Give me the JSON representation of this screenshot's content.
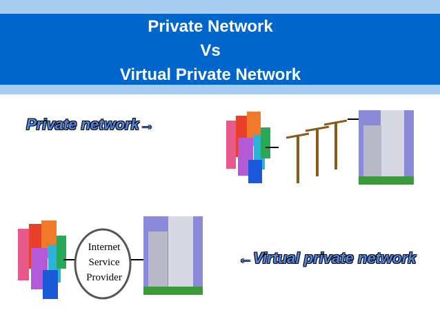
{
  "header": {
    "title_line1": "Private Network",
    "title_line2": "Vs",
    "title_line3": "Virtual Private Network"
  },
  "labels": {
    "private": "Private network",
    "private_arrow": "→",
    "virtual": "Virtual private network",
    "virtual_arrow": "←"
  },
  "isp": {
    "line1": "Internet",
    "line2": "Service",
    "line3": "Provider"
  },
  "colors": {
    "header_blue": "#0066cc",
    "stripe_light_blue": "#a9cdf0",
    "label_blue": "#4d86e0"
  }
}
